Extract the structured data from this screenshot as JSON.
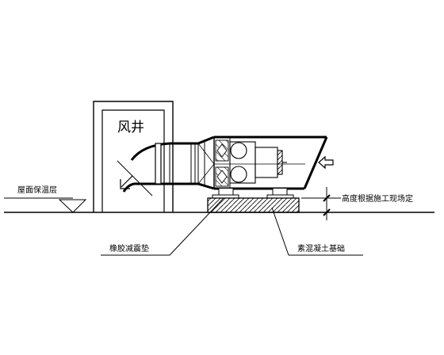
{
  "labels": {
    "shaft": "风井",
    "roof_insulation": "屋面保温层",
    "rubber_pad": "橡胶减震垫",
    "concrete_base": "素混凝土基础",
    "height_note": "高度根据施工现场定"
  },
  "colors": {
    "line": "#000000",
    "background": "#ffffff"
  }
}
